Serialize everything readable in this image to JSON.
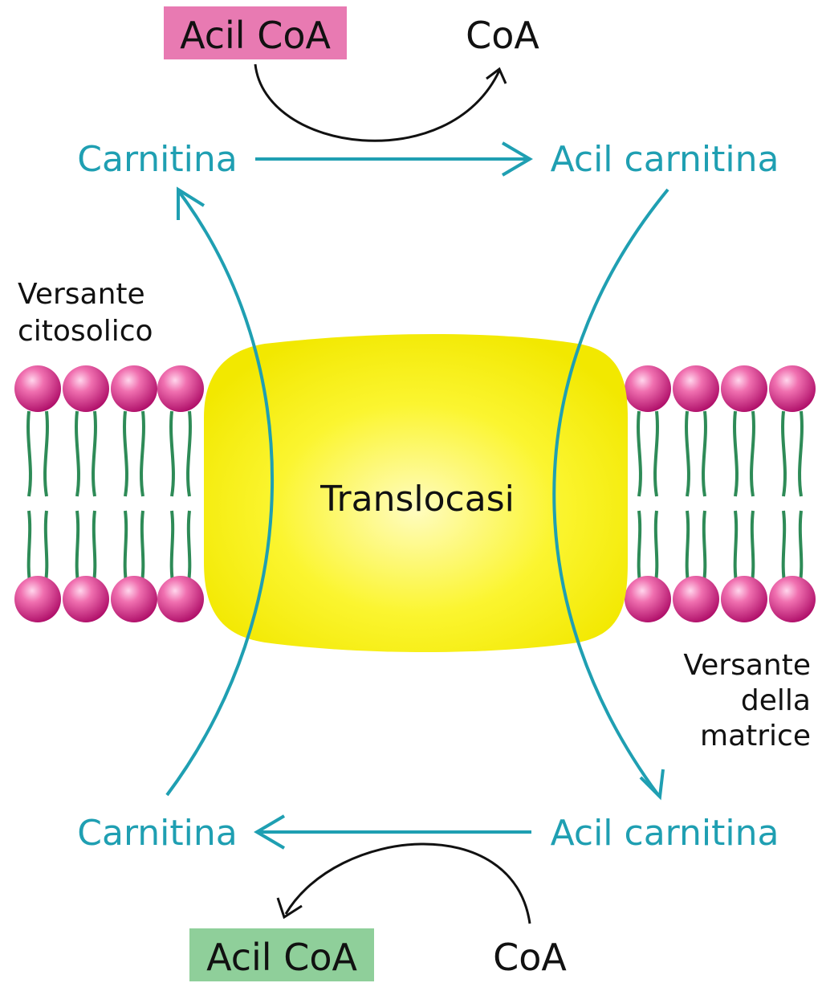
{
  "labels": {
    "acil_coa_top": "Acil CoA",
    "coa_top": "CoA",
    "carnitina_top": "Carnitina",
    "acil_carnitina_top": "Acil carnitina",
    "versante_citosolico_line1": "Versante",
    "versante_citosolico_line2": "citosolico",
    "translocasi": "Translocasi",
    "versante_matrice_line1": "Versante",
    "versante_matrice_line2": "della",
    "versante_matrice_line3": "matrice",
    "carnitina_bottom": "Carnitina",
    "acil_carnitina_bottom": "Acil carnitina",
    "acil_coa_bottom": "Acil CoA",
    "coa_bottom": "CoA"
  },
  "colors": {
    "arrow_teal": "#1f9fb2",
    "text_teal": "#1f9fb2",
    "acil_coa_top_box": "#e87ab2",
    "acil_coa_bottom_box": "#8fcf9a",
    "translocase": "#f7f000",
    "lipid_head": "#d81b7e",
    "lipid_tail": "#2e8b57",
    "black_arrow": "#111111"
  }
}
